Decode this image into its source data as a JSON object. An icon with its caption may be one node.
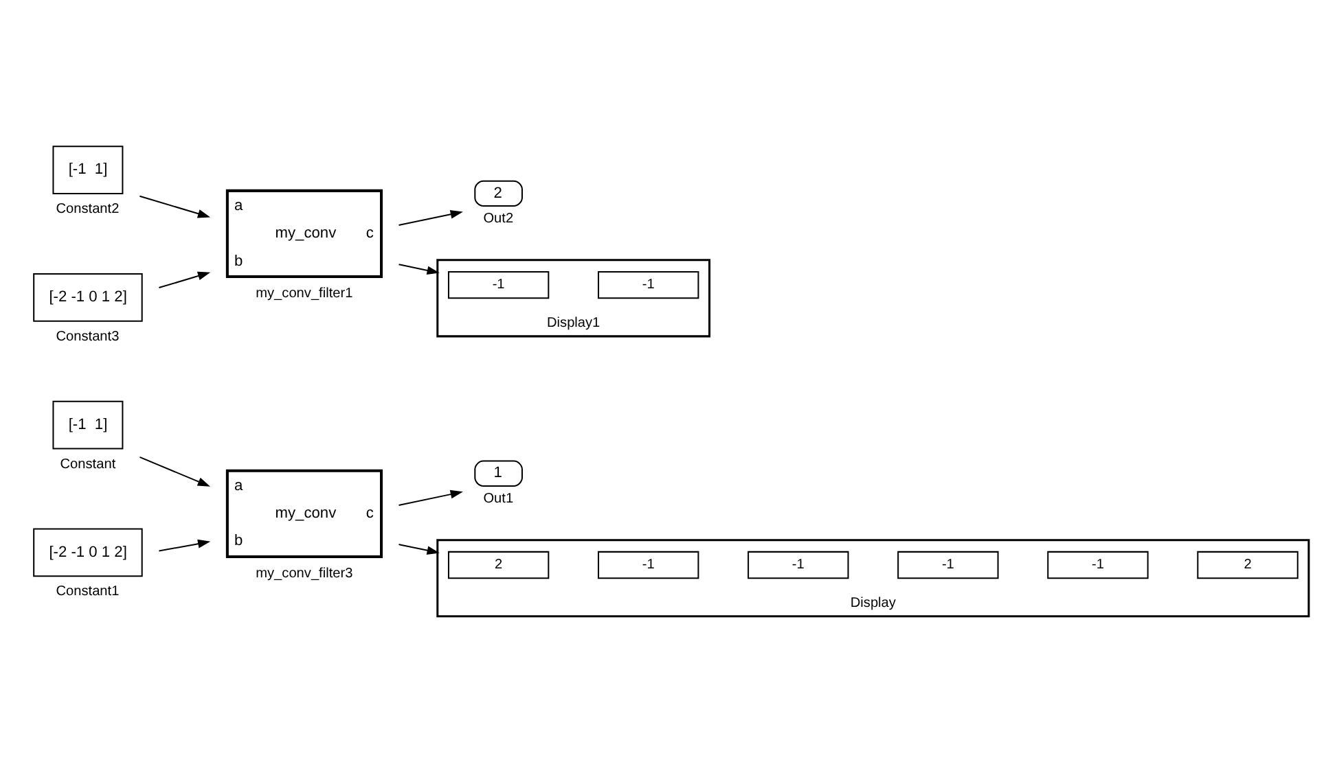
{
  "diagram": {
    "nodes": [
      {
        "text": [
          "[-1  1]"
        ],
        "beside": [
          "Constant"
        ]
      },
      {
        "text": [
          "[-2 -1 0 1 2]"
        ],
        "beside": [
          "Constant1"
        ]
      },
      {
        "text": [
          "a",
          "my_conv",
          "c",
          "b"
        ],
        "beside": [
          "my_conv_filter3"
        ]
      },
      {
        "text": [
          "1"
        ],
        "beside": [
          "Out1"
        ]
      },
      {
        "text": [],
        "shape": "box",
        "beside": [
          "Display"
        ]
      },
      {
        "text": [
          "2"
        ],
        "in": 4
      },
      {
        "text": [
          "-1"
        ],
        "in": 4
      },
      {
        "text": [
          "-1"
        ],
        "in": 4
      },
      {
        "text": [
          "-1"
        ],
        "in": 4
      },
      {
        "text": [
          "-1"
        ],
        "in": 4
      },
      {
        "text": [
          "2"
        ],
        "in": 4
      },
      {
        "text": [
          "[-1  1]"
        ],
        "beside": [
          "Constant2"
        ]
      },
      {
        "text": [
          "[-2 -1 0 1 2]"
        ],
        "beside": [
          "Constant3"
        ]
      },
      {
        "text": [
          "a",
          "my_conv",
          "c",
          "b"
        ],
        "beside": [
          "my_conv_filter1"
        ]
      },
      {
        "text": [
          "2"
        ],
        "beside": [
          "Out2"
        ]
      },
      {
        "text": [],
        "shape": "box",
        "beside": [
          "Display1"
        ]
      },
      {
        "text": [
          "-1"
        ],
        "in": 15
      },
      {
        "text": [
          "-1"
        ],
        "in": 15
      }
    ],
    "edges": [
      {
        "from": 0,
        "to": 2,
        "arrow": "to"
      },
      {
        "from": 1,
        "to": 2,
        "arrow": "to"
      },
      {
        "from": 2,
        "to": 3,
        "arrow": "to"
      },
      {
        "from": 2,
        "to": 4,
        "arrow": "to"
      },
      {
        "from": 11,
        "to": 13,
        "arrow": "to"
      },
      {
        "from": 12,
        "to": 13,
        "arrow": "to"
      },
      {
        "from": 13,
        "to": 14,
        "arrow": "to"
      },
      {
        "from": 13,
        "to": 15,
        "arrow": "to"
      }
    ]
  }
}
